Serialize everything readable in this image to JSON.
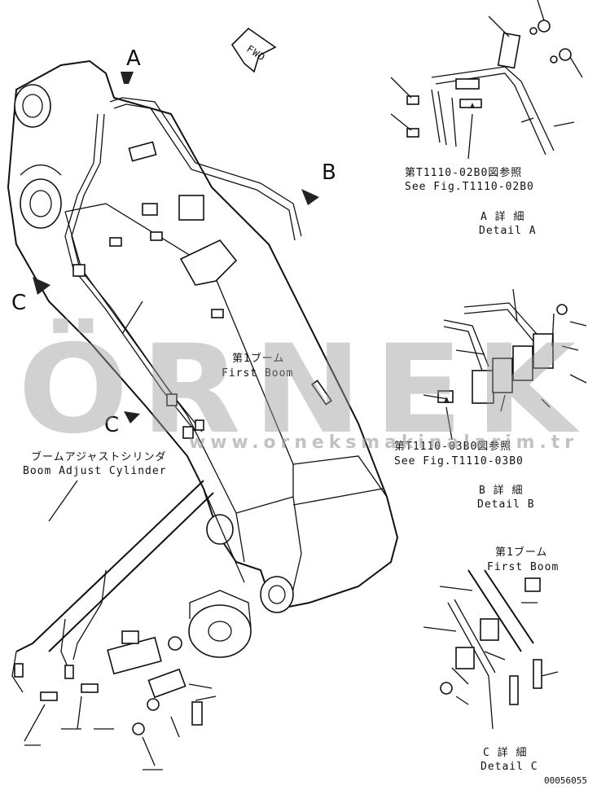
{
  "watermark": {
    "brand": "ÖRNEK",
    "site": "www.orneksmakinalarim.tr"
  },
  "fwd_label": "FWD",
  "view_letters": {
    "a": "A",
    "b": "B",
    "c1": "C",
    "c2": "C"
  },
  "main_labels": {
    "first_boom_jp": "第1ブーム",
    "first_boom_en": "First Boom",
    "boom_adjust_jp": "ブームアジャストシリンダ",
    "boom_adjust_en": "Boom Adjust Cylinder"
  },
  "detail_a": {
    "ref_jp": "第T1110-02B0図参照",
    "ref_en": "See Fig.T1110-02B0",
    "title_jp": "A 詳 細",
    "title_en": "Detail A"
  },
  "detail_b": {
    "ref_jp": "第T1110-03B0図参照",
    "ref_en": "See Fig.T1110-03B0",
    "title_jp": "B 詳 細",
    "title_en": "Detail B"
  },
  "detail_c": {
    "boom_jp": "第1ブーム",
    "boom_en": "First Boom",
    "title_jp": "C 詳 細",
    "title_en": "Detail C"
  },
  "part_number": "00056055"
}
